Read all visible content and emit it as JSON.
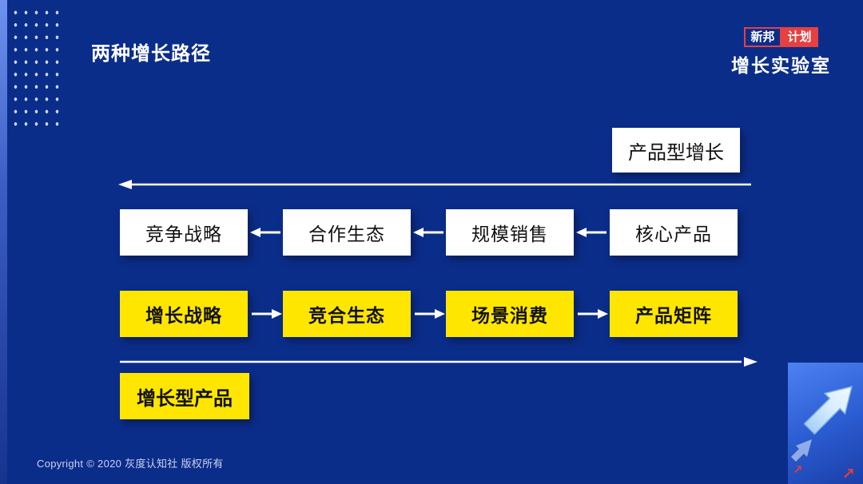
{
  "slide": {
    "title": "两种增长路径",
    "copyright": "Copyright © 2020 灰度认知社 版权所有"
  },
  "logo": {
    "name_left": "新邦",
    "name_right": "计划",
    "subtitle": "增长实验室"
  },
  "diagram": {
    "product_path_label": "产品型增长",
    "growth_path_label": "增长型产品",
    "product_row": {
      "direction": "left",
      "boxes": [
        "竞争战略",
        "合作生态",
        "规模销售",
        "核心产品"
      ]
    },
    "growth_row": {
      "direction": "right",
      "boxes": [
        "增长战略",
        "竞合生态",
        "场景消费",
        "产品矩阵"
      ]
    }
  },
  "colors": {
    "background": "#0b2d8a",
    "box_white": "#ffffff",
    "box_yellow": "#ffe600",
    "accent_red": "#e64040",
    "arrow_white": "#ffffff",
    "text_dark": "#111111",
    "text_light": "#ffffff"
  }
}
